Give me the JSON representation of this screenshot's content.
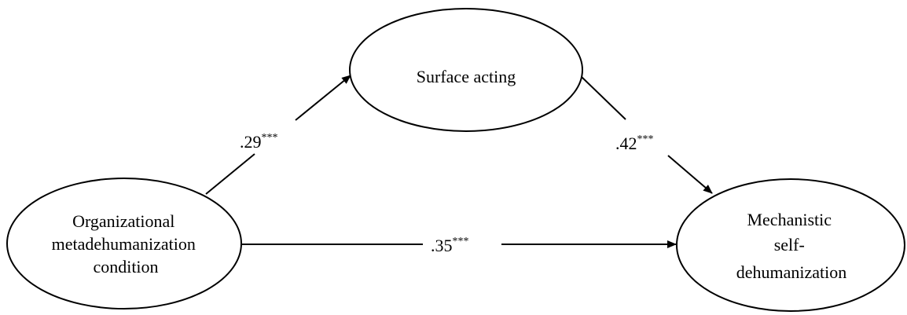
{
  "nodes": {
    "predictor": {
      "lines": [
        "Organizational",
        "metadehumanization",
        "condition"
      ]
    },
    "mediator": {
      "lines": [
        "Surface acting"
      ]
    },
    "outcome": {
      "lines": [
        "Mechanistic",
        "self-",
        "dehumanization"
      ]
    }
  },
  "paths": {
    "a": {
      "coef": ".29",
      "sig": "***"
    },
    "b": {
      "coef": ".42",
      "sig": "***"
    },
    "c": {
      "coef": ".35",
      "sig": "***"
    }
  },
  "colors": {
    "stroke": "#000000",
    "background": "#ffffff"
  }
}
